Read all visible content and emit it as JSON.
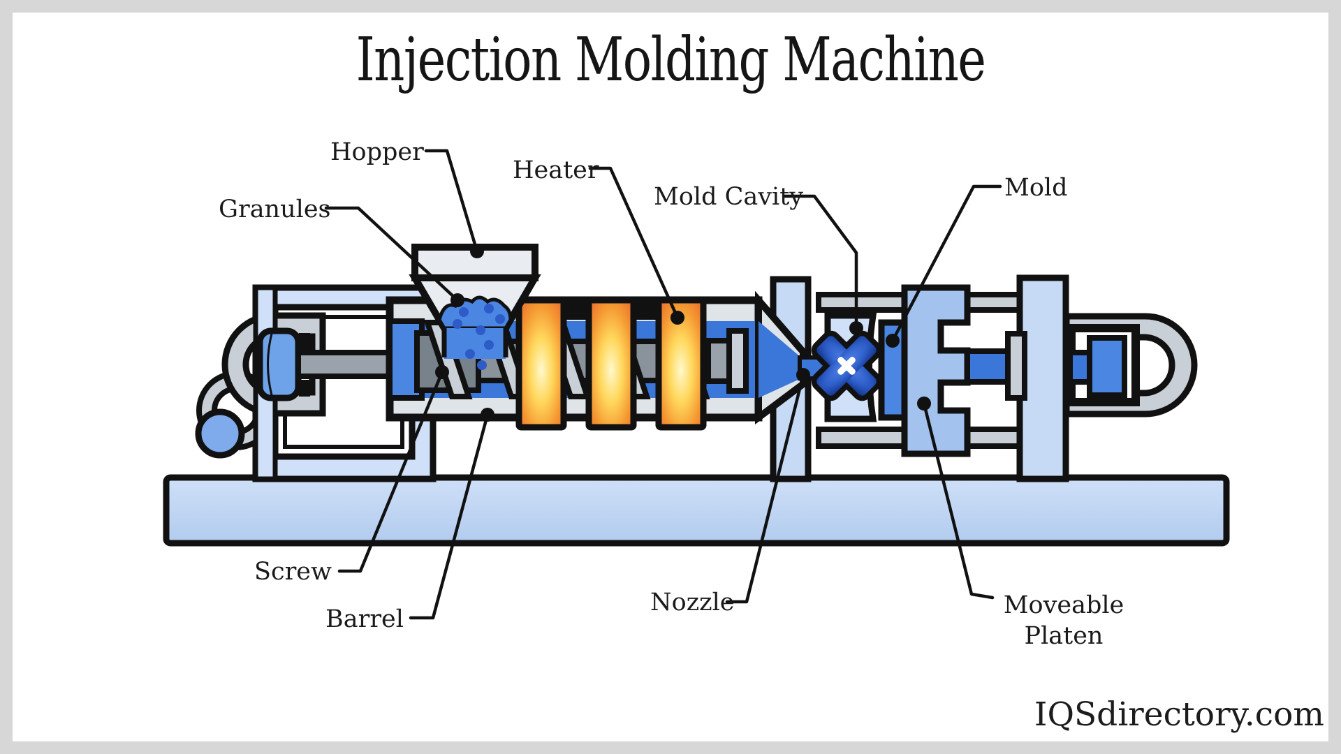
{
  "title": "Injection Molding Machine",
  "watermark": "IQSdirectory.com",
  "labels": {
    "hopper": "Hopper",
    "granules": "Granules",
    "heater": "Heater",
    "mold_cavity": "Mold Cavity",
    "mold": "Mold",
    "screw": "Screw",
    "barrel": "Barrel",
    "nozzle": "Nozzle",
    "moveable_platen": "Moveable Platen"
  },
  "colors": {
    "page_border": "#d7d7d7",
    "canvas": "#ffffff",
    "outline": "#111111",
    "pale_blue": "#cfe0f8",
    "platen_blue": "#a3c2ee",
    "strong_blue": "#3b77d9",
    "accent_blue": "#4a86e2",
    "piston_blue": "#6ea3ea",
    "metal_gray": "#c9cfd6",
    "screw_gray": "#8a939b",
    "heater_orange": "#f58f30",
    "heater_core": "#fff9cd",
    "cavity_dark_blue": "#123288"
  }
}
